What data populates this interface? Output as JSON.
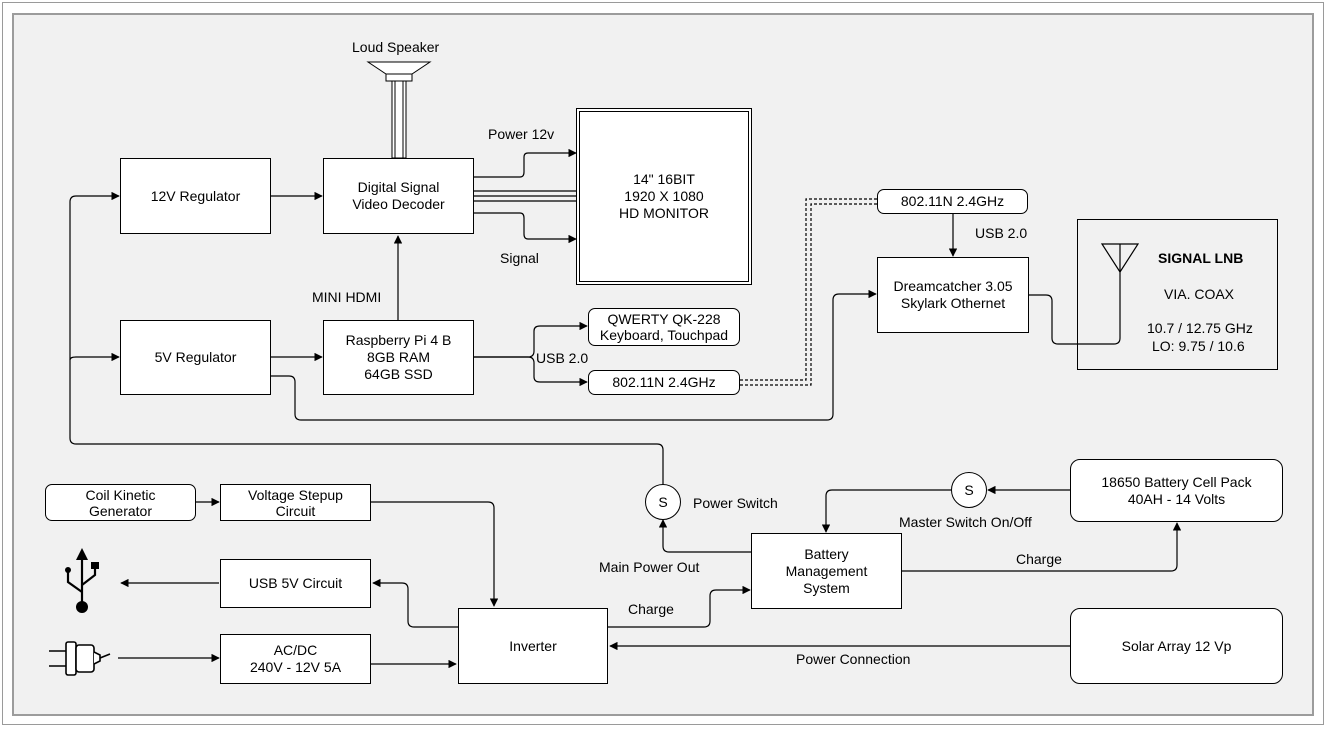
{
  "blocks": {
    "reg12": "12V Regulator",
    "reg5": "5V Regulator",
    "dsvd": [
      "Digital Signal",
      "Video Decoder"
    ],
    "monitor": [
      "14\" 16BIT",
      "1920 X 1080",
      "HD MONITOR"
    ],
    "rpi": [
      "Raspberry Pi 4 B",
      "8GB RAM",
      "64GB SSD"
    ],
    "keyboard": [
      "QWERTY QK-228",
      "Keyboard, Touchpad"
    ],
    "wifi_bottom": "802.11N 2.4GHz",
    "wifi_top": "802.11N 2.4GHz",
    "dreamcatcher": [
      "Dreamcatcher 3.05",
      "Skylark Othernet"
    ],
    "lnb": {
      "title": "SIGNAL LNB",
      "via": "VIA. COAX",
      "freq": "10.7 / 12.75 GHz",
      "lo": "LO: 9.75 / 10.6"
    },
    "coil": [
      "Coil Kinetic",
      "Generator"
    ],
    "stepup": [
      "Voltage Stepup",
      "Circuit"
    ],
    "usb5v": "USB 5V Circuit",
    "acdc": [
      "AC/DC",
      "240V - 12V 5A"
    ],
    "inverter": "Inverter",
    "bms": [
      "Battery",
      "Management",
      "System"
    ],
    "battery": [
      "18650 Battery Cell Pack",
      "40AH - 14 Volts"
    ],
    "solar": "Solar Array 12 Vp",
    "switch_symbol": "S"
  },
  "labels": {
    "loud_speaker": "Loud Speaker",
    "power12v": "Power 12v",
    "signal": "Signal",
    "mini_hdmi": "MINI HDMI",
    "usb20_rpi": "USB 2.0",
    "usb20_dream": "USB 2.0",
    "power_switch": "Power Switch",
    "main_power_out": "Main Power Out",
    "charge_inverter": "Charge",
    "master_switch": "Master Switch On/Off",
    "charge_battery": "Charge",
    "power_connection": "Power Connection"
  },
  "icons": [
    "loudspeaker-icon",
    "antenna-icon",
    "usb-icon",
    "power-plug-icon"
  ]
}
